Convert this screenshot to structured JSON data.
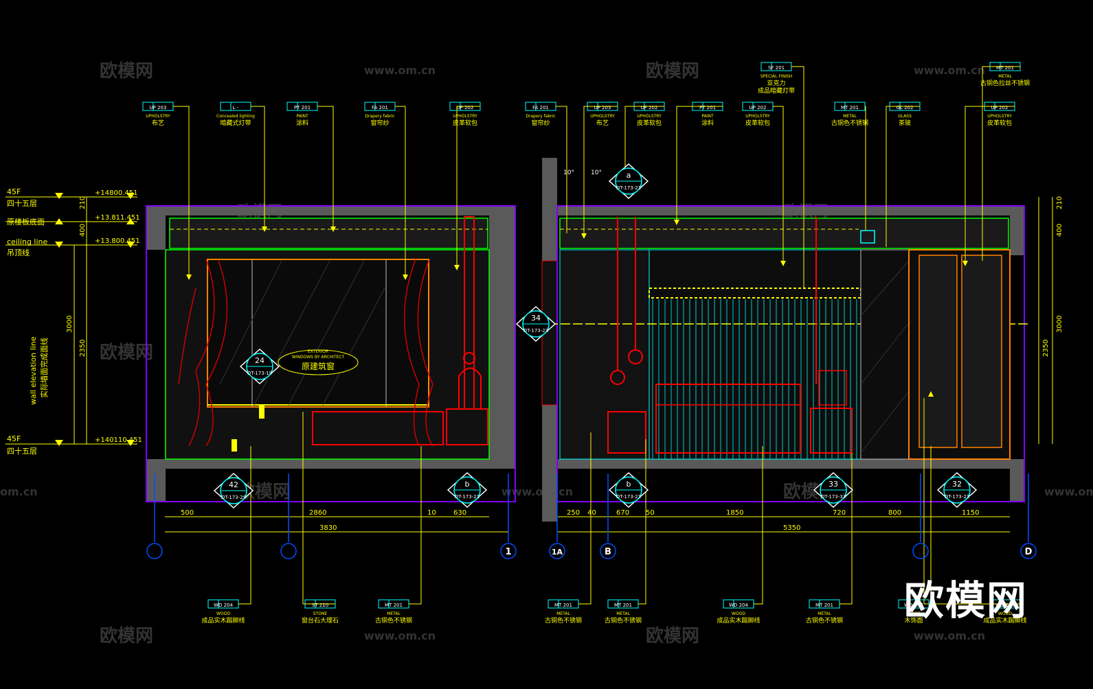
{
  "watermark": {
    "brand": "欧模网",
    "site": "www.om.cn",
    "site_short": "om.cn"
  },
  "colors": {
    "yellow": "#ffff00",
    "cyan": "#00ffff",
    "red": "#ff0000",
    "magenta": "#ff00ff",
    "purple": "#8000ff",
    "gray": "#5a5a5a",
    "blue": "#0050ff",
    "orange": "#ff8000",
    "green": "#00ff00",
    "white": "#ffffff"
  },
  "levels": [
    {
      "en": "45F",
      "cn": "四十五层",
      "value": "+14800.451"
    },
    {
      "en": "",
      "cn": "原楼板底面",
      "value": "+13.811.451"
    },
    {
      "en": "ceiling line",
      "cn": "吊顶线",
      "value": "+13.800.451"
    },
    {
      "en": "45F",
      "cn": "四十五层",
      "value": "+140110.451"
    }
  ],
  "left_note": {
    "en": "wall elevation line",
    "cn": "实际墙面完成面线"
  },
  "vertical_dims": {
    "a": "210",
    "b": "400",
    "c": "3000",
    "d": "2350"
  },
  "top_tags_left": [
    {
      "code": "UP 203",
      "en": "UPHOLSTRY",
      "cn": "布艺"
    },
    {
      "code": "L   -",
      "en": "Concealed lighting",
      "cn": "暗藏式灯带"
    },
    {
      "code": "PT 201",
      "en": "PAINT",
      "cn": "涂料"
    },
    {
      "code": "FA 201",
      "en": "Drapery fabric",
      "cn": "窗帘纱"
    },
    {
      "code": "UP 202",
      "en": "UPHOLSTRY",
      "cn": "皮革软包"
    }
  ],
  "top_tags_right": [
    {
      "code": "FA 201",
      "en": "Drapery fabric",
      "cn": "窗帘纱"
    },
    {
      "code": "UP 203",
      "en": "UPHOLSTRY",
      "cn": "布艺"
    },
    {
      "code": "UP 202",
      "en": "UPHOLSTRY",
      "cn": "皮革软包"
    },
    {
      "code": "PT 201",
      "en": "PAINT",
      "cn": "涂料"
    },
    {
      "code": "UP 202",
      "en": "UPHOLSTRY",
      "cn": "皮革软包"
    },
    {
      "code": "MT 201",
      "en": "METAL",
      "cn": "古铜色不锈钢"
    },
    {
      "code": "GL 202",
      "en": "GLASS",
      "cn": "茶玻"
    },
    {
      "code": "UP 202",
      "en": "UPHOLSTRY",
      "cn": "皮革软包"
    }
  ],
  "top_tags_high": [
    {
      "code": "SF 201",
      "en": "SPECIAL FINISH",
      "cn": "亚克力",
      "cn2": "成品暗藏灯带"
    },
    {
      "code": "MT 201",
      "en": "METAL",
      "cn": "古铜色拉丝不锈钢"
    }
  ],
  "bottom_tags": [
    {
      "code": "WD 204",
      "en": "WOOD",
      "cn": "成品实木踢脚线"
    },
    {
      "code": "ST 210",
      "en": "STONE",
      "cn": "窗台石大理石"
    },
    {
      "code": "MT 201",
      "en": "METAL",
      "cn": "古铜色不锈钢"
    },
    {
      "code": "MT 201",
      "en": "METAL",
      "cn": "古铜色不锈钢"
    },
    {
      "code": "MT 201",
      "en": "METAL",
      "cn": "古铜色不锈钢"
    },
    {
      "code": "WD 204",
      "en": "WOOD",
      "cn": "成品实木踢脚线"
    },
    {
      "code": "MT 201",
      "en": "METAL",
      "cn": "古铜色不锈钢"
    },
    {
      "code": "WD 204",
      "en": "WOOD",
      "cn": "木饰面"
    },
    {
      "code": "WD 204",
      "en": "WOOD",
      "cn": "成品实木踢脚线"
    }
  ],
  "window_note": {
    "en1": "EXTERIOR",
    "en2": "WINDOWS BY ARCHITECT",
    "cn": "原建筑窗"
  },
  "callouts": [
    {
      "num": "24",
      "ref": "DT-173-19"
    },
    {
      "num": "42",
      "ref": "DT-173-29"
    },
    {
      "num": "b",
      "ref": "DT-173-21"
    },
    {
      "num": "a",
      "ref": "DT-173-21"
    },
    {
      "num": "34",
      "ref": "DT-173-23"
    },
    {
      "num": "b",
      "ref": "DT-173-21"
    },
    {
      "num": "33",
      "ref": "DT-173-33"
    },
    {
      "num": "32",
      "ref": "DT-173-21"
    }
  ],
  "dims_left": {
    "a": "500",
    "b": "2860",
    "c": "10",
    "d": "630",
    "total": "3830"
  },
  "dims_right": {
    "a": "250",
    "b": "40",
    "c": "670",
    "d": "50",
    "e": "1850",
    "f": "720",
    "g": "800",
    "h": "1150",
    "total": "5350"
  },
  "grid_axes": {
    "one": "1",
    "a": "1A",
    "b": "B",
    "d": "D"
  },
  "angle": "10°"
}
